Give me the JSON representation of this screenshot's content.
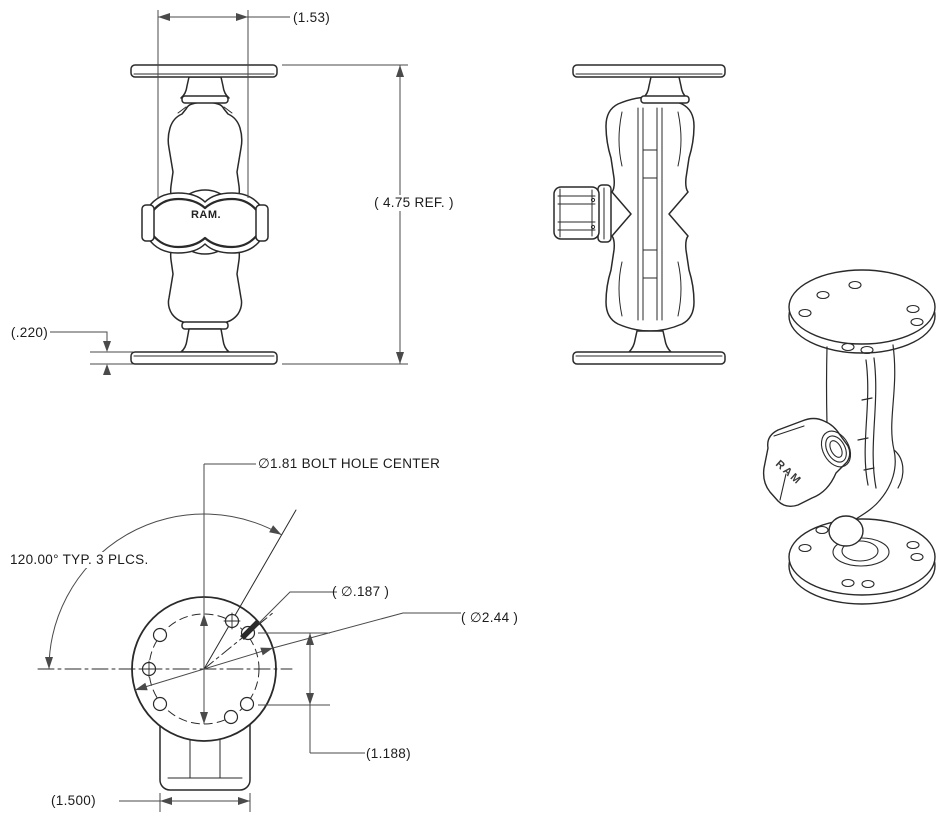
{
  "drawing": {
    "colors": {
      "background": "#ffffff",
      "part_line": "#2a2a2a",
      "dim_line": "#4a4a4a",
      "text": "#1b1b1b"
    },
    "labels": {
      "ball_width": "(1.53)",
      "overall_height": "( 4.75 REF. )",
      "plate_thickness": "(.220)",
      "bolt_circle_note": "∅1.81 BOLT HOLE CENTER",
      "hole_angle_note": "120.00° TYP. 3 PLCS.",
      "hole_diameter": "( ∅.187 )",
      "base_diameter": "( ∅2.44 )",
      "hole_pair_spacing": "(1.188)",
      "arm_width": "(1.500)",
      "knob_brand_front": "RAM.",
      "knob_brand_iso": "RAM"
    }
  }
}
